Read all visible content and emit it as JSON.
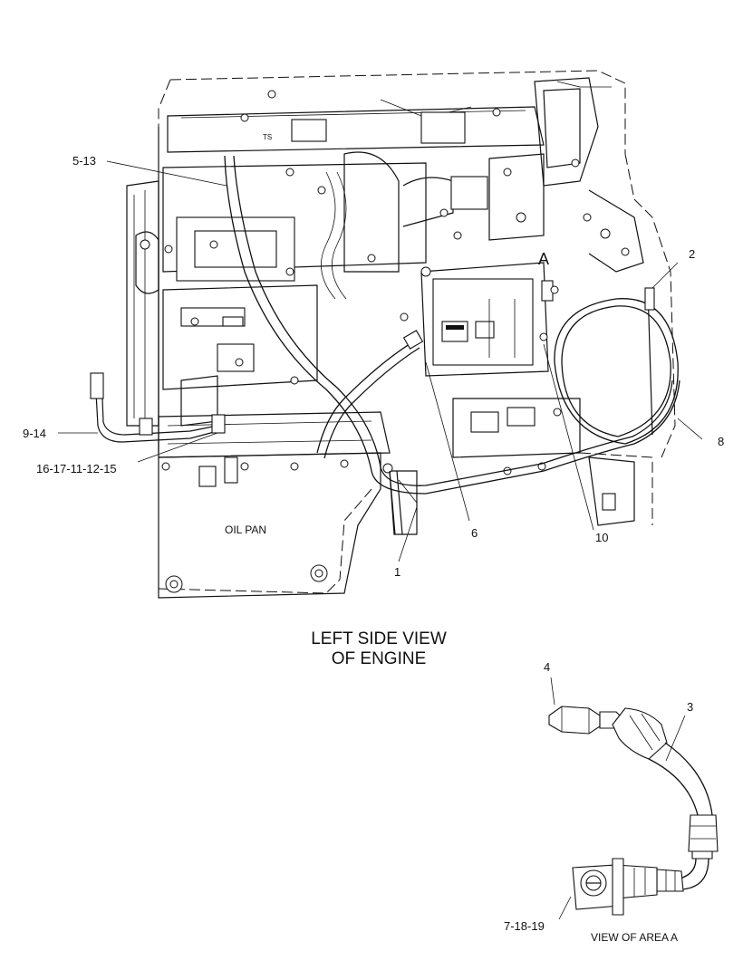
{
  "diagram": {
    "main_caption_line1": "LEFT SIDE VIEW",
    "main_caption_line2": "OF ENGINE",
    "detail_caption": "VIEW OF AREA  A",
    "oil_pan_label": "OIL PAN",
    "area_marker": "A",
    "callouts": {
      "c5_13": "5-13",
      "c9_14": "9-14",
      "c16_17_11_12_15": "16-17-11-12-15",
      "c2": "2",
      "c8": "8",
      "c6": "6",
      "c10": "10",
      "c1": "1",
      "c4": "4",
      "c3": "3",
      "c7_18_19": "7-18-19"
    }
  }
}
